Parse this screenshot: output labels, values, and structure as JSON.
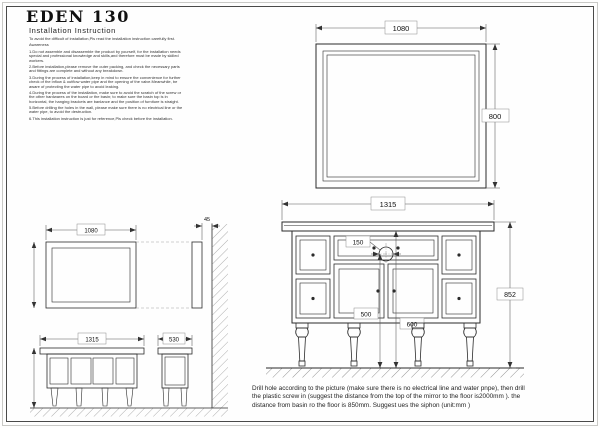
{
  "page": {
    "title": "EDEN 130",
    "subtitle": "Installation Instruction"
  },
  "instructions": {
    "intro": "To avoid the difficult of installation,Pls read the installation instruction carefully first.",
    "awareness": "Awareness",
    "items": [
      "1.Do not assemble and disassemble the product by yourself, for the installation needs special and professional knowledge and skills,and therefore must be made by skilled workers.",
      "2.Before installation,please remove the outer packing, and check the necessary parts and fittings are complete and without any breakdown.",
      "3.During the process of installation,keep in mind to ensure the convenience for further check of the inflow & outflow water pipe and the opening of the valve.Meanwhile, be aware of protecting the water pipe to avoid leaking.",
      "4.During the process of the installation, make sure to avoid the scratch of the screw or the other hardwares on the board or the basin; to make sure the basin top is in horizontal, the hanging brackets are banlance and the position of furniture is straight.",
      "5.Before drilling the holes in the wall, please make sure there is no electrical line or the water pipe, to avoid the destruction.",
      "6.This installation instruction is just for reference,Pls check before the installation."
    ]
  },
  "note": "Drill hole according to the picture (make sure there is no electrical line and water pnpe), then drill the plastic screw in (suggest the distance from the top of the mirror to the floor is2000mm ). the distance from basin ro the floor is 850mm. Suggest ues the siphon (unit:mm )",
  "dims": {
    "mirror_width": "1080",
    "mirror_height": "800",
    "vanity_width": "1315",
    "vanity_height": "852",
    "hole_diameter": "150",
    "height_500": "500",
    "height_600": "600",
    "overview_mirror_width": "1080",
    "overview_vanity_width": "1315",
    "side_depth": "530",
    "wall_gap": "45"
  }
}
